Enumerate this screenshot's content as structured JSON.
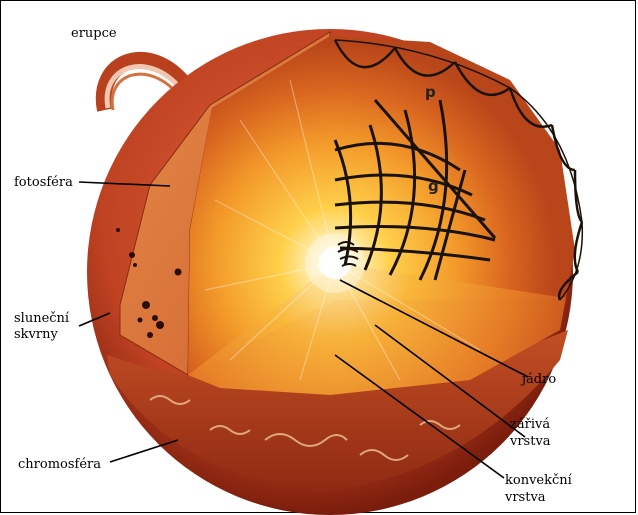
{
  "labels": {
    "erupce": "erupce",
    "fotosfera": "fotosféra",
    "slunecni_1": "sluneční",
    "slunecni_2": "skvrny",
    "chromosfera": "chromosféra",
    "jadro": "jádro",
    "zariva_1": "zářivá",
    "zariva_2": "vrstva",
    "konvekcni_1": "konvekční",
    "konvekcni_2": "vrstva"
  },
  "wave_labels": {
    "p": "p",
    "g": "g"
  },
  "colors": {
    "sphere_outer": "#b53a1c",
    "sphere_edge": "#7a1d0c",
    "photosphere": "#d9733a",
    "core": "#ffffff",
    "radiative": "#f7b23a",
    "convective": "#c9551f",
    "leader_line": "#000000"
  }
}
